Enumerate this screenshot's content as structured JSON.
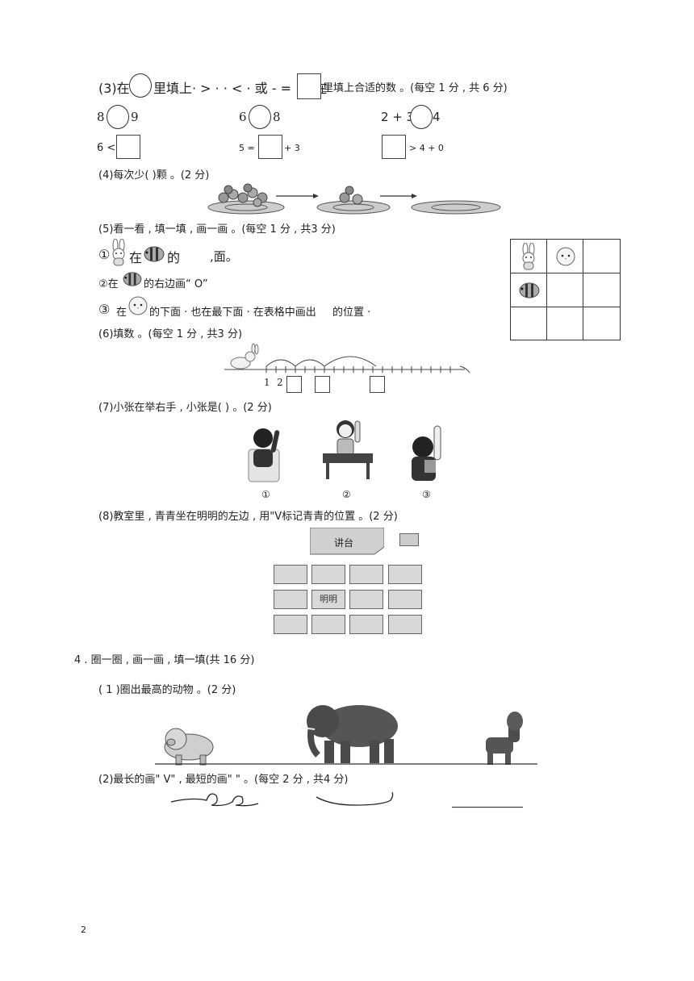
{
  "q3": {
    "p1": "(3)",
    "p2": "在",
    "p3": "里填上·  > · · < · 或 - = ˙ · 在",
    "p4": "里填上合适的数 。(每空  1  分 , 共 6  分)",
    "row1": {
      "a": "8",
      "b": "9",
      "c": "6",
      "d": "8",
      "e": "2 + 3",
      "f": "4"
    },
    "row2": {
      "a": "6 <",
      "b": "5  =",
      "c": "+ 3",
      "d": "> 4  + 0"
    }
  },
  "q4": {
    "title": "(4)每次少(        )颗 。(2  分)"
  },
  "q5": {
    "title": "(5)看一看 , 填一填 , 画一画 。(每空  1  分 , 共3  分)",
    "l1a": "①",
    "l1b": "在",
    "l1c": "的",
    "l1d": ",面。",
    "l2a": "②在",
    "l2b": "的右边画“ O”",
    "l3a": "③",
    "l3b": "在",
    "l3c": "的下面 · 也在最下面 · 在表格中画出",
    "l3d": "的位置 ·"
  },
  "q6": {
    "title": "(6)填数 。(每空  1  分 , 共3  分)",
    "n1": "1",
    "n2": "2"
  },
  "q7": {
    "title": "(7)小张在举右手 , 小张是(        ) 。(2  分)",
    "labels": [
      "①",
      "②",
      "③"
    ]
  },
  "q8": {
    "title": "(8)教室里 , 青青坐在明明的左边 , 用\"V标记青青的位置 。(2  分)",
    "podium": "讲台",
    "mingming": "明明"
  },
  "s4": {
    "title": "4 . 圈一圈 , 画一画 , 填一填(共  16  分)"
  },
  "s41": {
    "title": "( 1 )圈出最高的动物 。(2  分)"
  },
  "s42": {
    "title": "(2)最长的画\" V\" , 最短的画\"      \" 。(每空  2  分 , 共4  分)"
  },
  "page_number": "2"
}
